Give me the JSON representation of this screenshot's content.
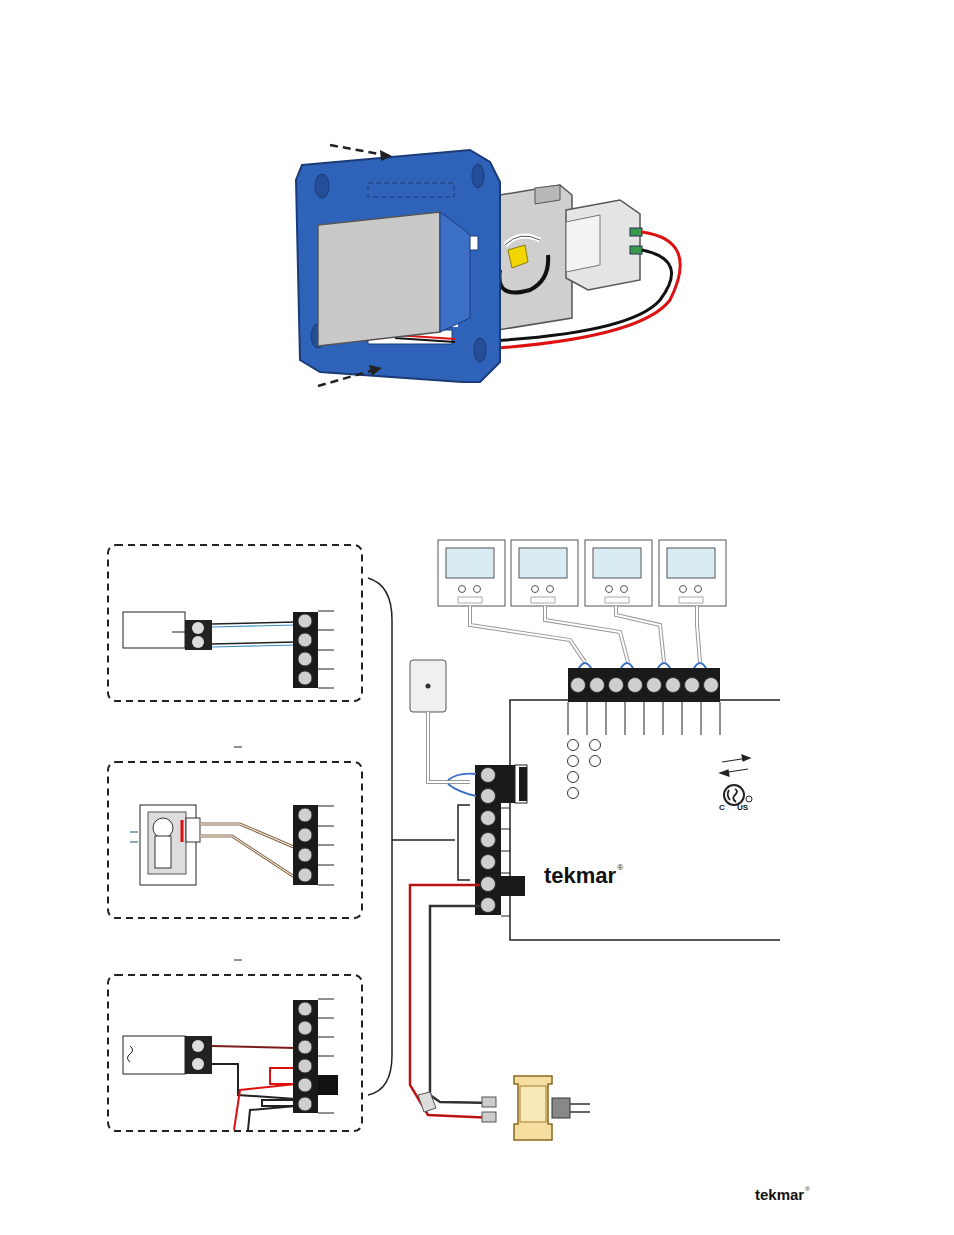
{
  "diagram": {
    "nodes": [
      {
        "text": [
          "tekmar"
        ]
      }
    ],
    "labels": [
      "®",
      "C",
      "US",
      "tekmar",
      "®"
    ]
  }
}
